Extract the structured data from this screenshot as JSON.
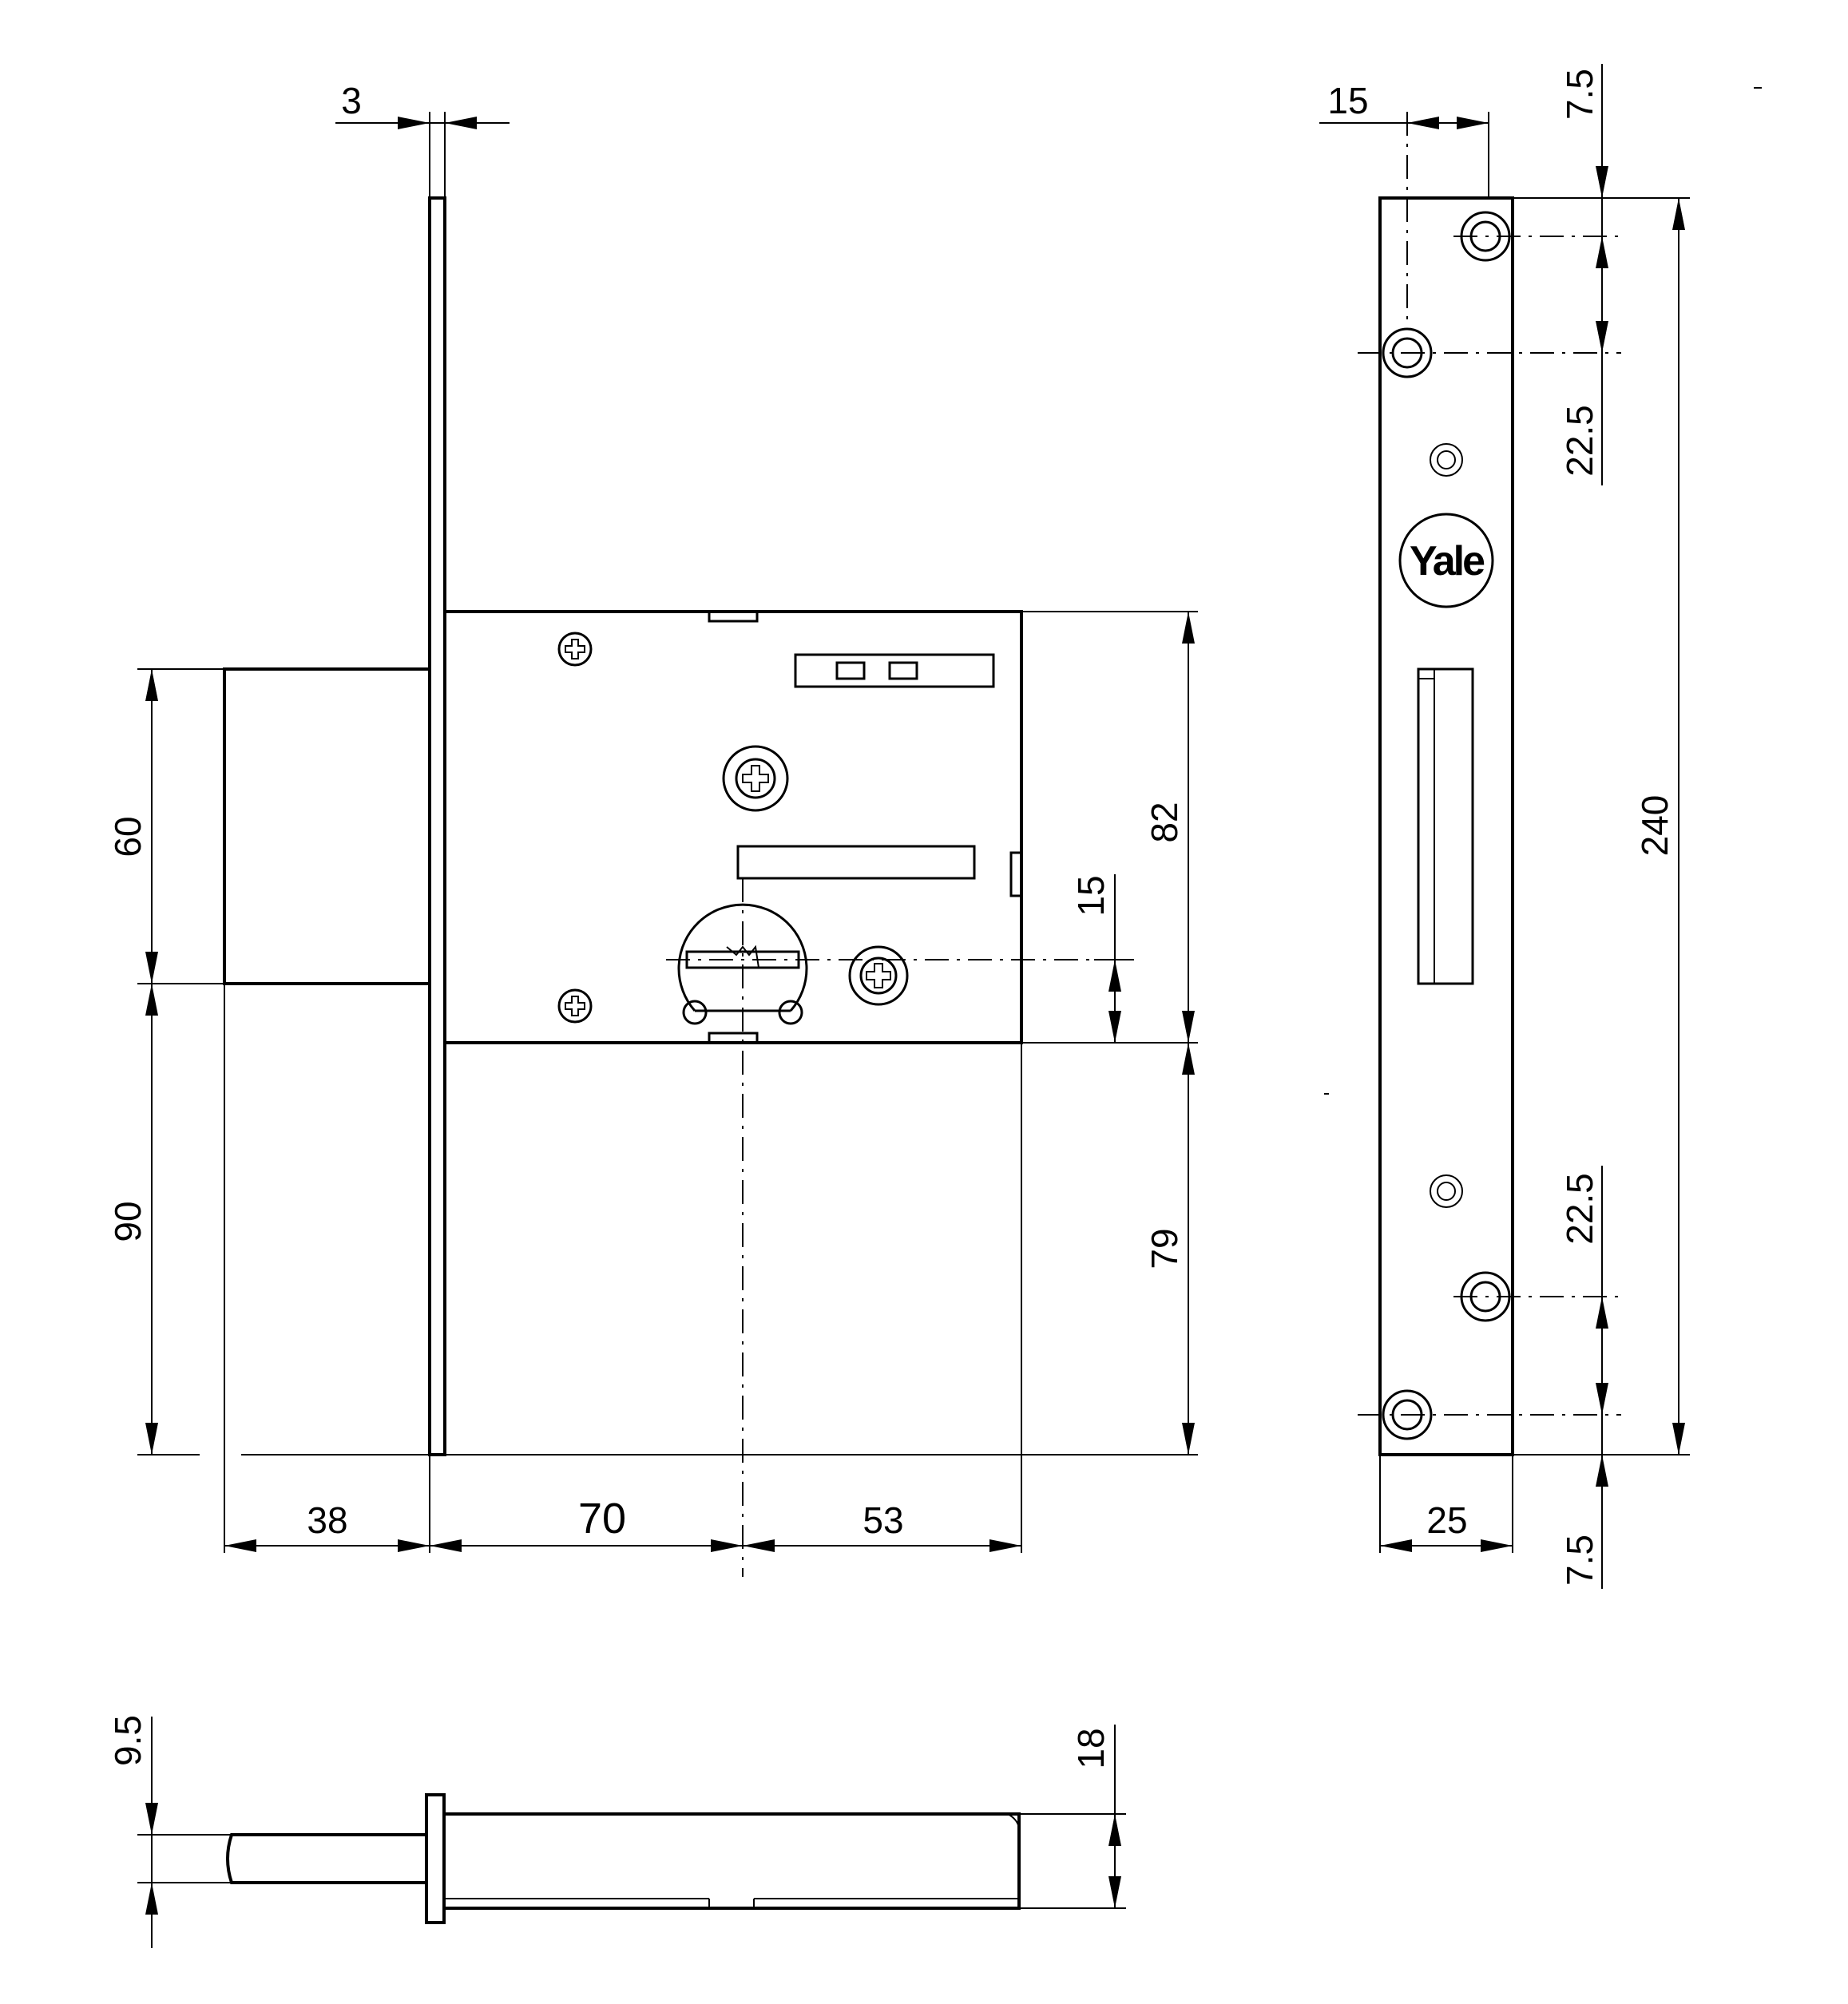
{
  "dimensions": {
    "forend_thickness": "3",
    "backset_offset": "15",
    "top_margin": "7.5",
    "screw_spacing_top": "22.5",
    "screw_spacing_bottom": "22.5",
    "bottom_margin": "7.5",
    "forend_length": "240",
    "forend_width": "25",
    "bolt_height": "60",
    "lower_height": "90",
    "case_upper": "82",
    "keyhole_offset": "15",
    "case_lower": "79",
    "bolt_projection": "38",
    "backset": "70",
    "case_rear": "53",
    "bolt_thickness": "9.5",
    "case_depth": "18"
  },
  "logo": {
    "text": "Yale"
  }
}
